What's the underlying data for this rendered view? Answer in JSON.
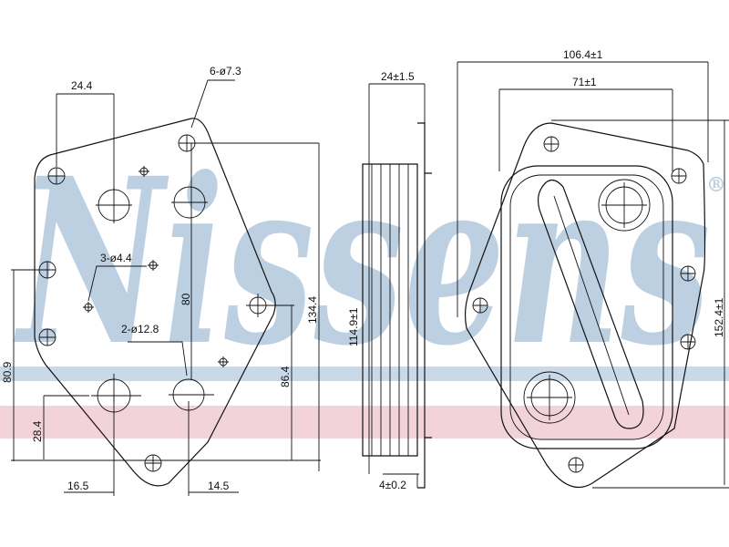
{
  "watermark": {
    "brand": "Nissens",
    "mark": "®",
    "band_colors": [
      "#c9d9e8",
      "#f2d3da"
    ]
  },
  "front_view": {
    "dims": {
      "top_offset": "24.4",
      "bolt_holes": "6-ø7.3",
      "small_holes": "3-ø4.4",
      "ports": "2-ø12.8",
      "port_to_top": "80",
      "total_height": "134.4",
      "right_hole_height": "86.4",
      "left_hole_height": "80.9",
      "port_height": "28.4",
      "left_port_offset": "16.5",
      "right_port_offset": "14.5"
    }
  },
  "side_view": {
    "dims": {
      "thickness": "24±1.5",
      "height": "114.9±1",
      "flange": "4±0.2"
    }
  },
  "back_view": {
    "dims": {
      "width": "106.4±1",
      "inner_width": "71±1",
      "height": "152.4±1"
    }
  }
}
